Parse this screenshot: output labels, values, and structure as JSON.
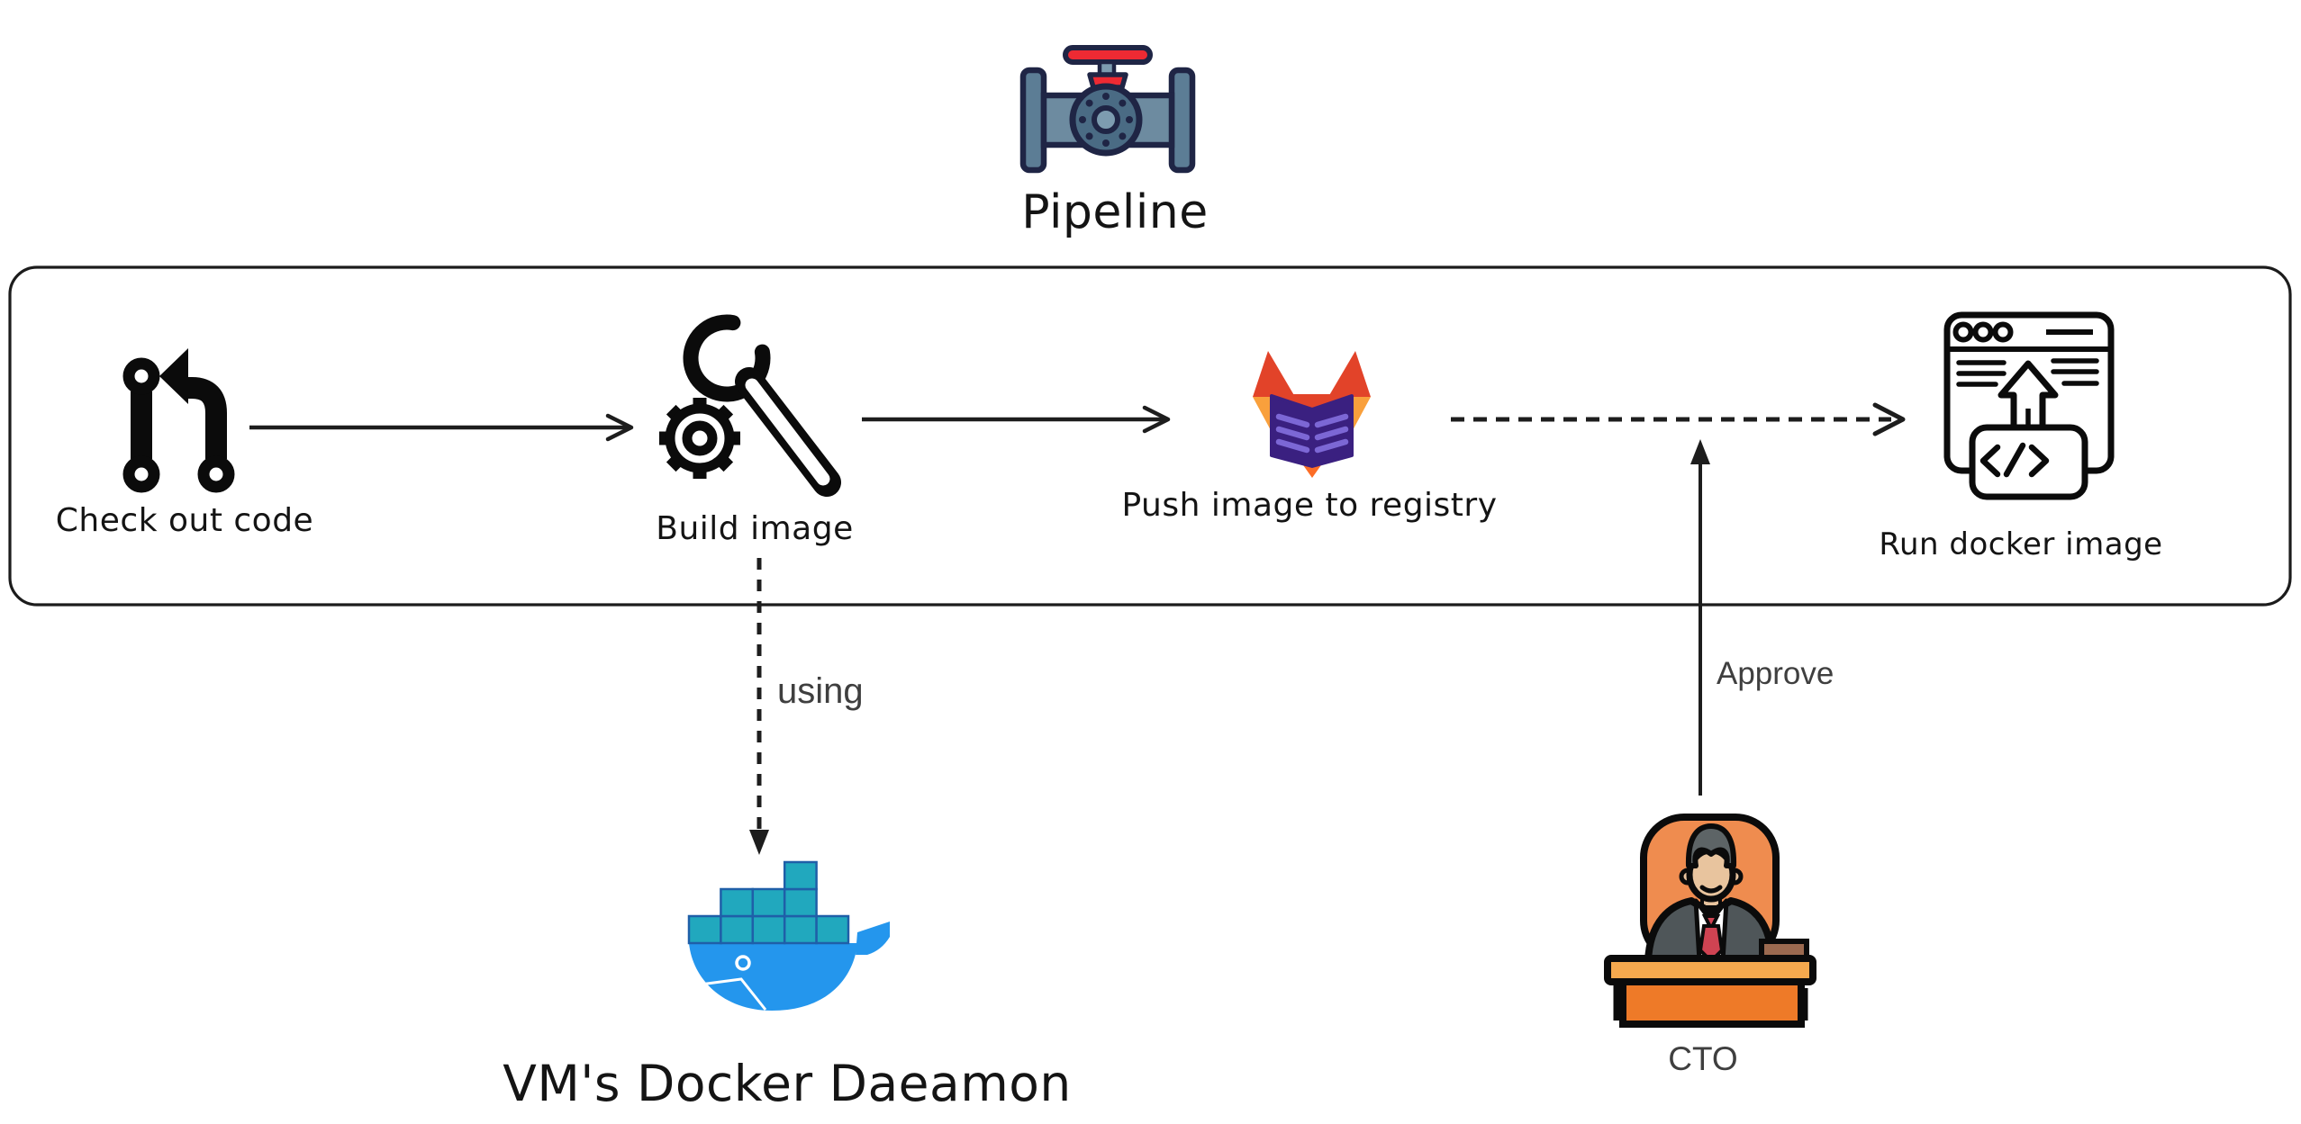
{
  "diagram": {
    "title": {
      "label": "Pipeline",
      "icon": "pipe-valve-icon"
    },
    "stages": [
      {
        "id": "checkout",
        "label": "Check out code",
        "icon": "git-checkout-icon"
      },
      {
        "id": "build",
        "label": "Build image",
        "icon": "wrench-gear-icon"
      },
      {
        "id": "push",
        "label": "Push image to registry",
        "icon": "gitlab-icon"
      },
      {
        "id": "run",
        "label": "Run docker image",
        "icon": "run-docker-browser-icon"
      }
    ],
    "externals": [
      {
        "id": "docker-daemon",
        "label": "VM's Docker Daeamon",
        "icon": "docker-whale-icon"
      },
      {
        "id": "cto",
        "label": "CTO",
        "icon": "cto-person-icon"
      }
    ],
    "edge_labels": {
      "using": "using",
      "approve": "Approve"
    },
    "edges": [
      {
        "from": "checkout",
        "to": "build",
        "style": "solid"
      },
      {
        "from": "build",
        "to": "push",
        "style": "solid"
      },
      {
        "from": "push",
        "to": "run",
        "style": "dashed"
      },
      {
        "from": "build",
        "to": "docker-daemon",
        "style": "dashed",
        "label": "using"
      },
      {
        "from": "cto",
        "to": "push-run-edge",
        "style": "solid",
        "label": "Approve"
      }
    ],
    "colors": {
      "ink": "#111111",
      "label_gray": "#3f3f3f",
      "pipe_navy": "#1f2545",
      "pipe_steel": "#5c7d95",
      "pipe_body": "#6d8ba0",
      "pipe_light": "#7d9cb0",
      "valve_red": "#ee2a33",
      "gitlab_red": "#e24329",
      "gitlab_orange": "#fc6d26",
      "gitlab_amber": "#f9a03c",
      "gitlab_purple": "#3a2080",
      "gitlab_lines": "#7c67d5",
      "docker_blue": "#2496ed",
      "docker_container": "#21a8be",
      "docker_container_border": "#1f5fa8",
      "cto_chair": "#ef8c4f",
      "cto_suit": "#4f5659",
      "cto_skin": "#e8c49e",
      "cto_hair": "#5d6466",
      "cto_tie": "#cf4352",
      "cto_desk_top": "#f5a94e",
      "cto_desk_front": "#ee7a28",
      "cto_book": "#9b6a50"
    }
  }
}
